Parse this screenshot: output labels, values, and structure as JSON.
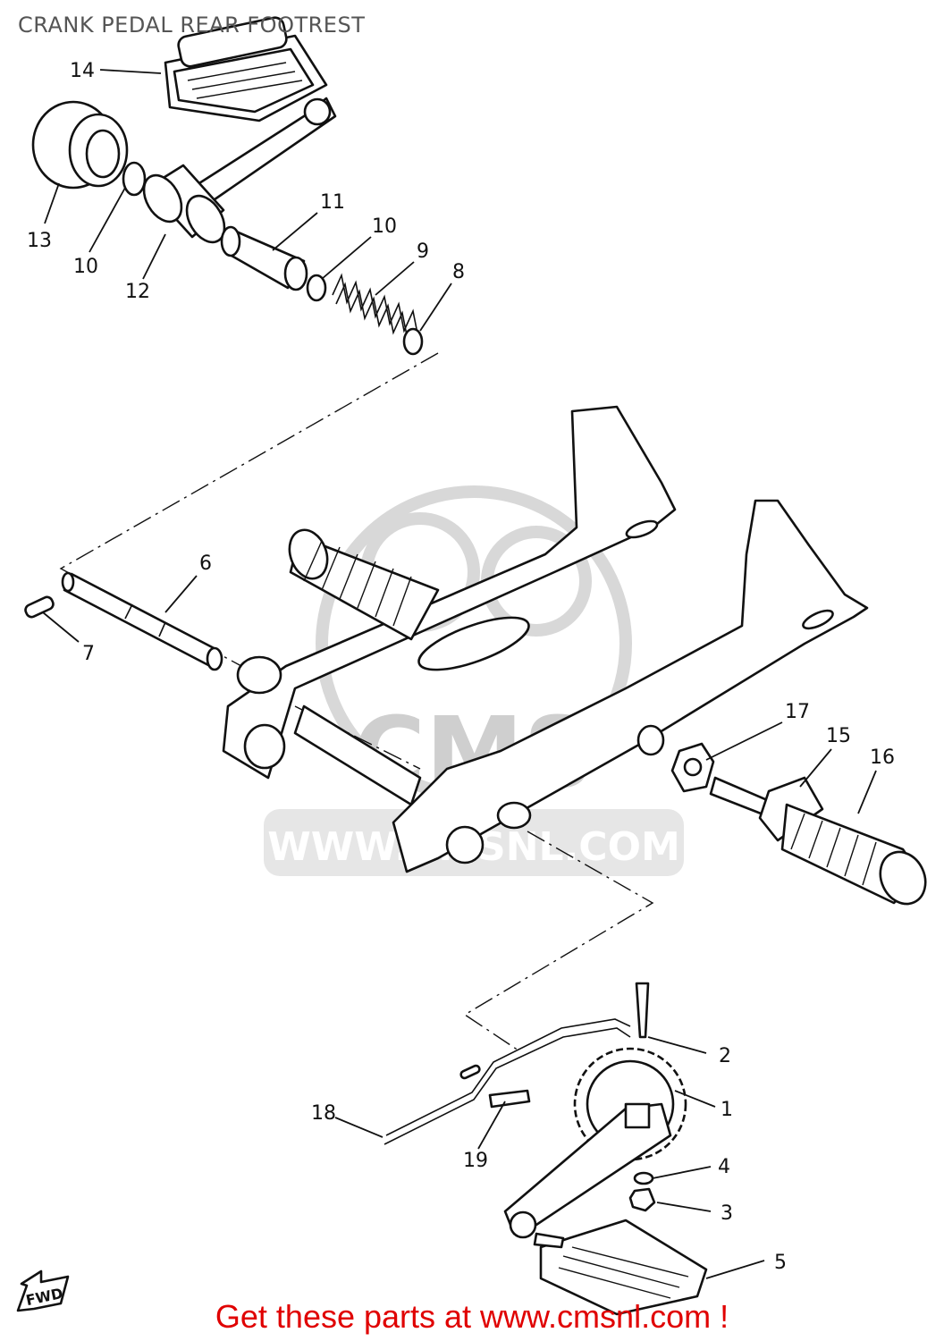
{
  "title": "CRANK PEDAL REAR FOOTREST",
  "watermark": {
    "text": "WWW.CMSNL.COM",
    "logo_text": "CMS"
  },
  "direction_badge": "FWD",
  "promo_text": "Get these parts at www.cmsnl.com !",
  "colors": {
    "promo": "#e00000",
    "title": "#555555",
    "ink": "#111111",
    "watermark": "#cfcfcf"
  },
  "callouts": {
    "c1": "1",
    "c2": "2",
    "c3": "3",
    "c4": "4",
    "c5": "5",
    "c6": "6",
    "c7": "7",
    "c8": "8",
    "c9": "9",
    "c10a": "10",
    "c10b": "10",
    "c11": "11",
    "c12": "12",
    "c13": "13",
    "c14": "14",
    "c15": "15",
    "c16": "16",
    "c17": "17",
    "c18": "18",
    "c19": "19"
  }
}
